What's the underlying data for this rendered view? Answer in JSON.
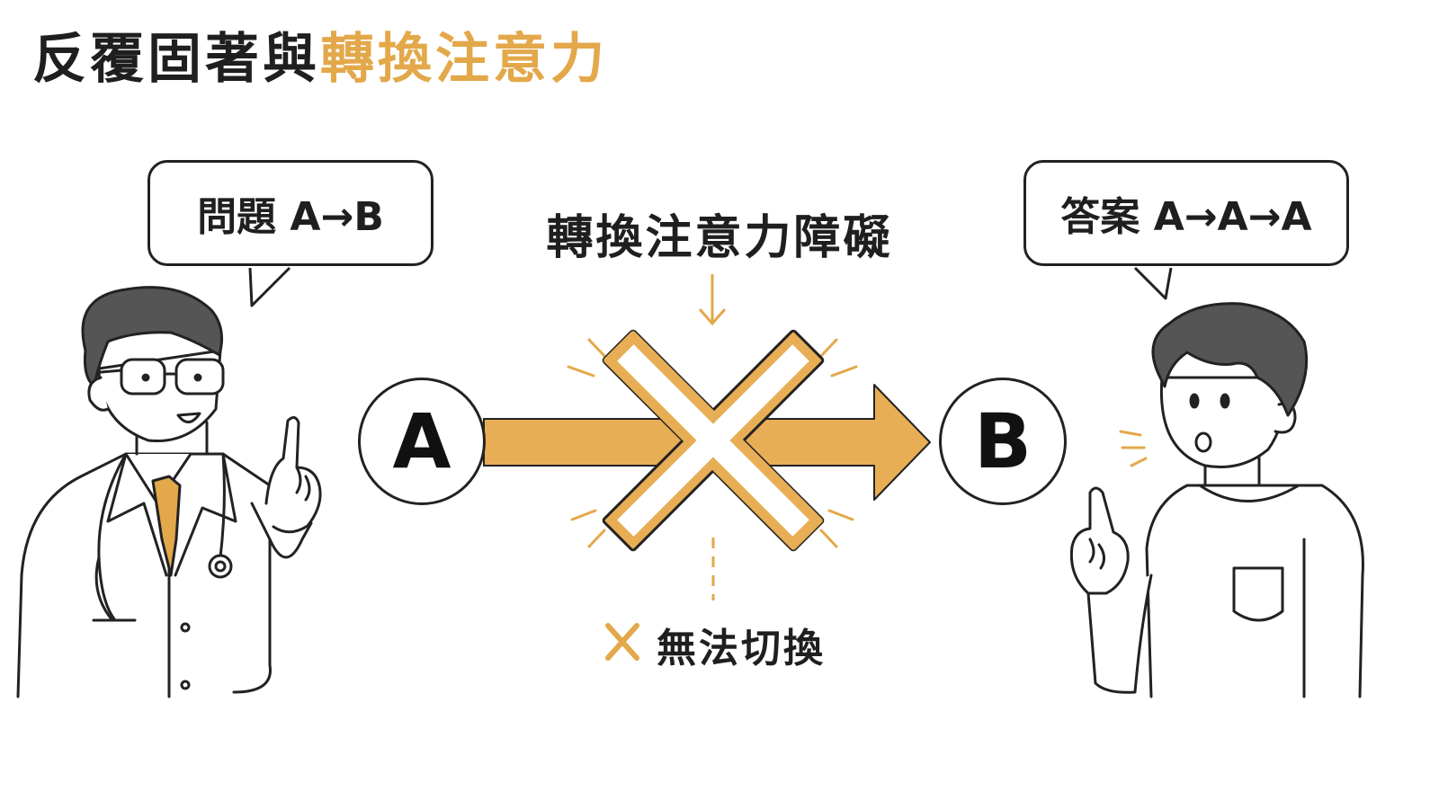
{
  "title": {
    "part1": "反覆固著與",
    "part2": "轉換注意力",
    "accent_color": "#e3a84a"
  },
  "doctor_bubble": {
    "text": "問題 A→B"
  },
  "patient_bubble": {
    "text": "答案 A→A→A"
  },
  "barrier": {
    "label": "轉換注意力障礙"
  },
  "nodes": {
    "start": "A",
    "end": "B"
  },
  "failure": {
    "label": "無法切換"
  },
  "icons": [
    "doctor-figure",
    "patient-figure",
    "cross-icon",
    "small-cross-icon",
    "down-arrow-icon"
  ]
}
